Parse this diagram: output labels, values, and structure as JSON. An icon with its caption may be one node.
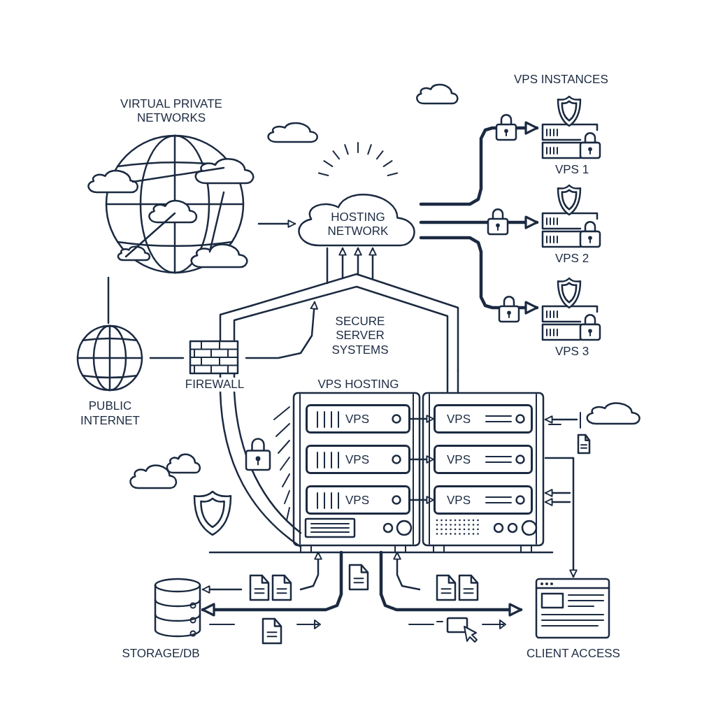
{
  "diagram": {
    "nodes": [
      {
        "text": [
          "VIRTUAL PRIVATE NETWORKS"
        ]
      },
      {
        "text": [
          "HOSTING NETWORK"
        ]
      },
      {
        "text": [
          "VPS 1"
        ]
      },
      {
        "text": [
          "VPS 2"
        ]
      },
      {
        "text": [
          "VPS 3"
        ]
      },
      {
        "text": [
          "PUBLIC INTERNET"
        ]
      },
      {
        "text": [
          "FIREWALL"
        ]
      },
      {
        "text": [
          "SECURE SERVER SYSTEMS"
        ]
      },
      {
        "text": [
          "VPS HOSTING"
        ]
      },
      {
        "text": [
          "VPS"
        ],
        "in": 8
      },
      {
        "text": [
          "VPS"
        ],
        "in": 8
      },
      {
        "text": [
          "VPS"
        ],
        "in": 8
      },
      {
        "text": [
          "VPS"
        ],
        "in": 8
      },
      {
        "text": [
          "VPS"
        ],
        "in": 8
      },
      {
        "text": [
          "VPS"
        ],
        "in": 8
      },
      {
        "text": [
          "STORAGE/DB"
        ]
      },
      {
        "text": [
          "CLIENT ACCESS"
        ]
      }
    ],
    "edges": [
      {
        "from": 0,
        "to": 1,
        "arrow": "to"
      },
      {
        "from": 1,
        "to": 2,
        "arrow": "to",
        "style": "thick"
      },
      {
        "from": 1,
        "to": 3,
        "arrow": "to",
        "style": "thick"
      },
      {
        "from": 1,
        "to": 4,
        "arrow": "to",
        "style": "thick"
      },
      {
        "from": 0,
        "to": 5,
        "arrow": "none"
      },
      {
        "from": 5,
        "to": 6,
        "arrow": "none"
      },
      {
        "from": 6,
        "to": 7,
        "arrow": "to"
      },
      {
        "from": 7,
        "to": 1,
        "arrow": "none"
      },
      {
        "from": 7,
        "to": 1,
        "arrow": "to"
      },
      {
        "from": 7,
        "to": 1,
        "arrow": "to"
      },
      {
        "from": 7,
        "to": 1,
        "arrow": "to"
      },
      {
        "from": 9,
        "to": 12,
        "arrow": "to"
      },
      {
        "from": 10,
        "to": 13,
        "arrow": "to"
      },
      {
        "from": 11,
        "to": 14,
        "arrow": "to"
      },
      {
        "from": 8,
        "to": 15,
        "arrow": "to",
        "style": "thick"
      },
      {
        "from": 8,
        "to": 16,
        "arrow": "to",
        "style": "thick"
      },
      {
        "from": null,
        "to": 15,
        "arrow": "to"
      },
      {
        "from": null,
        "to": 8,
        "arrow": "to"
      },
      {
        "from": null,
        "to": 8,
        "arrow": "to"
      },
      {
        "from": null,
        "to": 8,
        "arrow": "to"
      },
      {
        "from": null,
        "to": 8,
        "arrow": "to"
      },
      {
        "from": null,
        "to": 8,
        "arrow": "to"
      },
      {
        "from": 8,
        "to": 16,
        "arrow": "to"
      }
    ],
    "labels": [
      "VPS INSTANCES"
    ]
  }
}
